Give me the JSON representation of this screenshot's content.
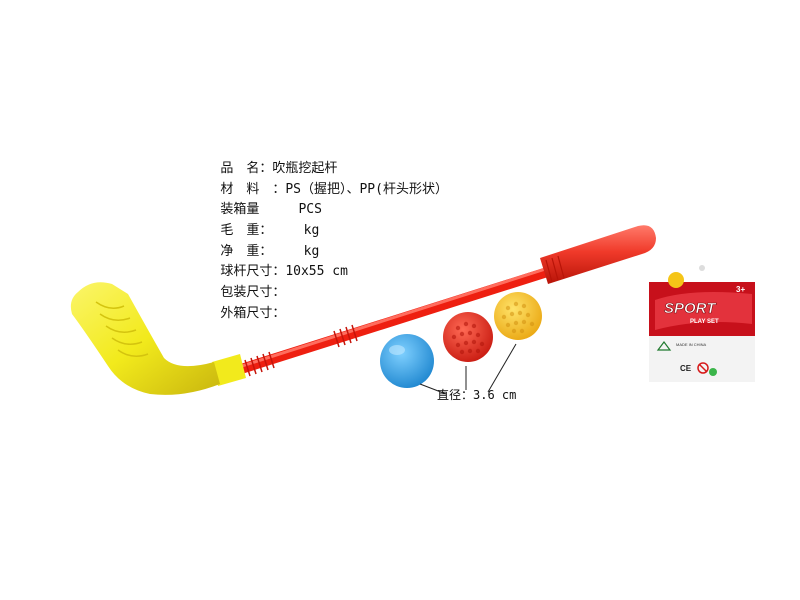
{
  "specs": [
    {
      "label": "品　名：",
      "value": "吹瓶挖起杆"
    },
    {
      "label": "材　料　：",
      "value": "PS（握把）、PP(杆头形状）"
    },
    {
      "label": "装箱量",
      "value": "     PCS"
    },
    {
      "label": "毛　重：",
      "value": "    kg"
    },
    {
      "label": "净　重：",
      "value": "    kg"
    },
    {
      "label": "球杆尺寸：",
      "value": "10x55 cm"
    },
    {
      "label": "包装尺寸：",
      "value": ""
    },
    {
      "label": "外箱尺寸：",
      "value": ""
    }
  ],
  "diameter_label": "直径：3.6 cm",
  "package": {
    "brand": "SPORT",
    "subtitle": "PLAY SET",
    "age": "3+",
    "made_in": "MADE IN CHINA",
    "ce_mark": "CE"
  },
  "colors": {
    "club_head": "#f2ea1c",
    "shaft": "#ee1f10",
    "grip": "#f03a2a",
    "ball_blue": "#29a3e6",
    "ball_red": "#e8291c",
    "ball_yellow": "#f6c21a",
    "package_red": "#c7101b"
  }
}
